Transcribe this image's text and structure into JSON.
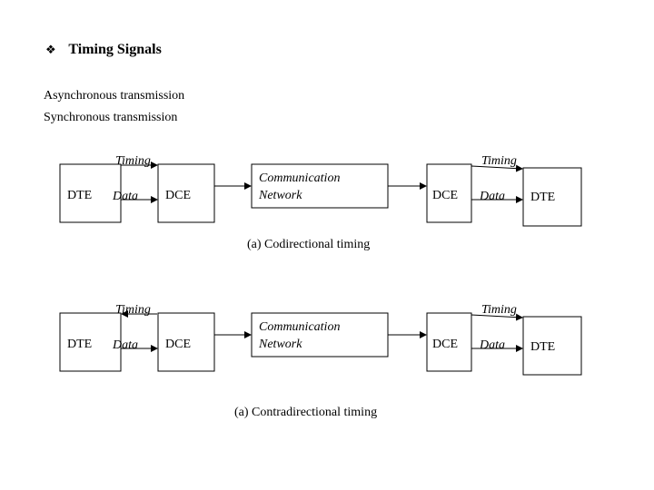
{
  "heading": {
    "bullet": "❖",
    "title": "Timing Signals"
  },
  "lines": [
    "Asynchronous transmission",
    "Synchronous transmission"
  ],
  "diagram": {
    "dte_left": "DTE",
    "dce_left": "DCE",
    "network_line1": "Communication",
    "network_line2": "Network",
    "dce_right": "DCE",
    "dte_right": "DTE",
    "timing": "Timing",
    "data": "Data"
  },
  "captions": {
    "codirectional": "(a) Codirectional timing",
    "contradirectional": "(a) Contradirectional timing"
  }
}
